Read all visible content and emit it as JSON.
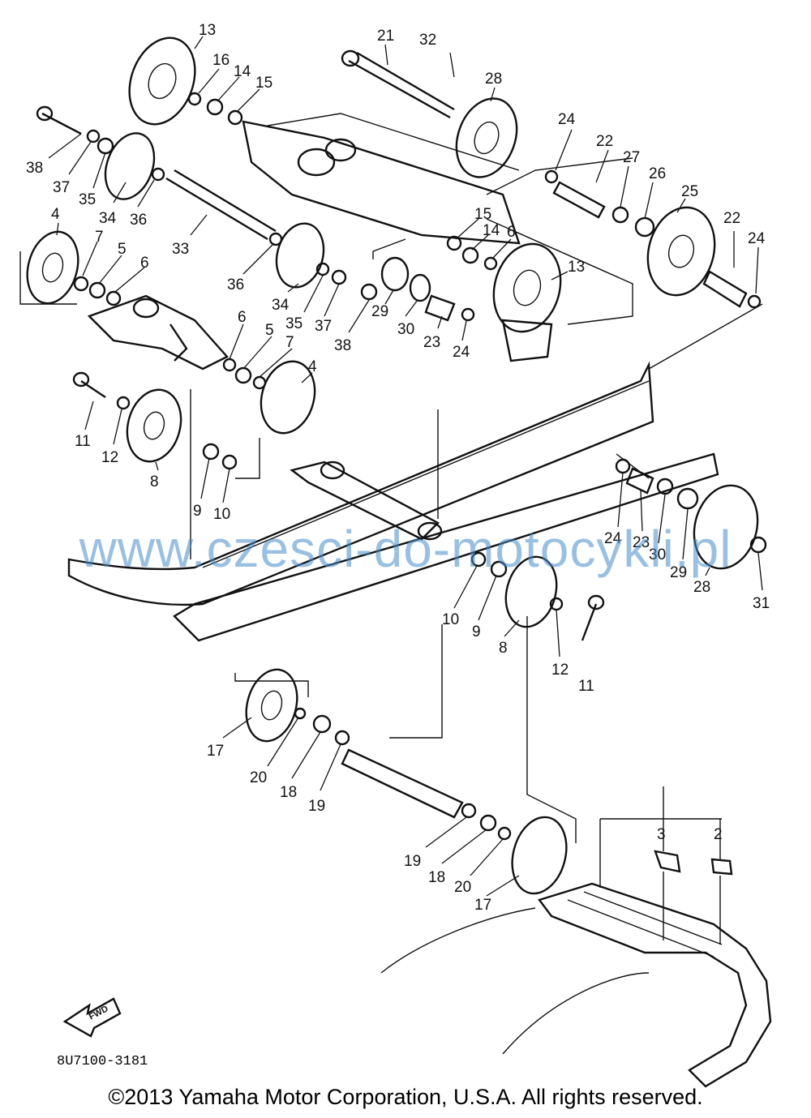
{
  "labels": {
    "l13a": "13",
    "l16a": "16",
    "l14a": "14",
    "l15a": "15",
    "l21": "21",
    "l32": "32",
    "l28a": "28",
    "l38a": "38",
    "l37a": "37",
    "l35a": "35",
    "l34a": "34",
    "l36a": "36",
    "l24a": "24",
    "l22a": "22",
    "l27": "27",
    "l26": "26",
    "l25": "25",
    "l4a": "4",
    "l7a": "7",
    "l5a": "5",
    "l6a": "6",
    "l33": "33",
    "l15b": "15",
    "l14b": "14",
    "l6b": "6",
    "l13b": "13",
    "l22b": "22",
    "l24b": "24",
    "l36b": "36",
    "l34b": "34",
    "l35b": "35",
    "l37b": "37",
    "l38b": "38",
    "l29a": "29",
    "l30a": "30",
    "l23a": "23",
    "l24c": "24",
    "l6c": "6",
    "l5b": "5",
    "l7b": "7",
    "l4b": "4",
    "l11a": "11",
    "l12a": "12",
    "l8a": "8",
    "l9a": "9",
    "l10a": "10",
    "l24d": "24",
    "l23b": "23",
    "l30b": "30",
    "l29b": "29",
    "l28b": "28",
    "l31": "31",
    "l10b": "10",
    "l9b": "9",
    "l8b": "8",
    "l12b": "12",
    "l11b": "11",
    "l17a": "17",
    "l20a": "20",
    "l18a": "18",
    "l19a": "19",
    "l19b": "19",
    "l18b": "18",
    "l20b": "20",
    "l17b": "17",
    "l3": "3",
    "l2": "2"
  },
  "fwd_label": "FWD",
  "watermark": "www.czesci-do-motocykli.pl",
  "diagram_code": "8U7100-3181",
  "copyright": "©2013 Yamaha Motor Corporation, U.S.A. All rights reserved."
}
